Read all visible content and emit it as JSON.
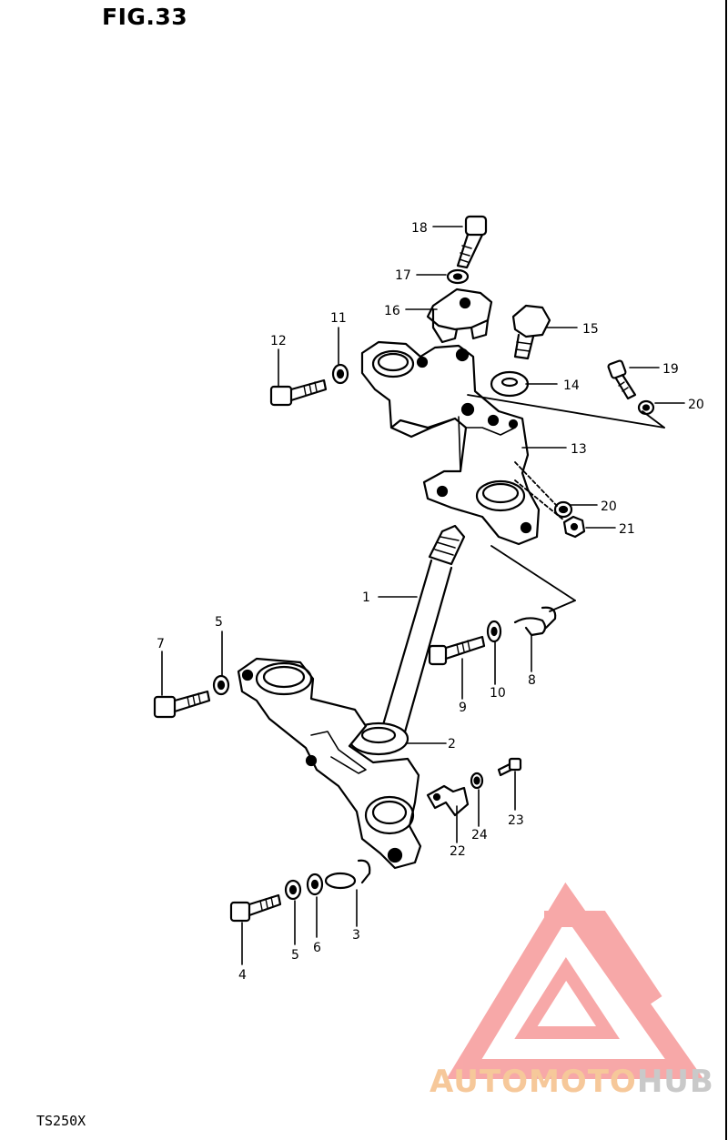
{
  "figure": {
    "title": "FIG.33",
    "model": "TS250X"
  },
  "callouts": [
    "1",
    "2",
    "3",
    "4",
    "5",
    "5",
    "6",
    "7",
    "8",
    "9",
    "10",
    "11",
    "12",
    "13",
    "14",
    "15",
    "16",
    "17",
    "18",
    "19",
    "20",
    "20",
    "21",
    "22",
    "23",
    "24"
  ],
  "watermark": {
    "part1": "AUTOMOTO",
    "part2": "HUB",
    "colors": {
      "logo": "#f26b6b",
      "text_orange": "#f6c89a",
      "text_grey": "#c9c9c9"
    }
  }
}
